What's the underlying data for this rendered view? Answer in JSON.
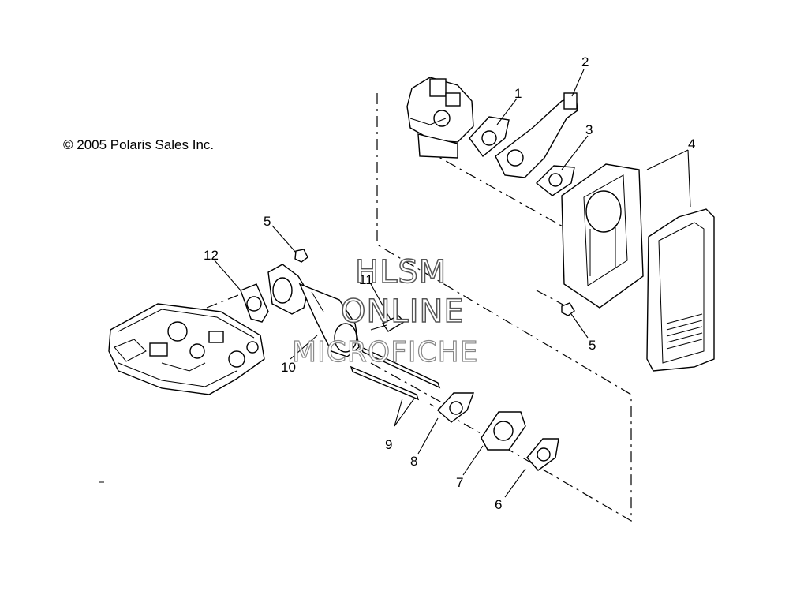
{
  "copyright": "© 2005 Polaris Sales Inc.",
  "watermark": {
    "line1": "HLSM",
    "line2": "ONLINE",
    "line3": "MICROFICHE"
  },
  "callouts": {
    "c1": "1",
    "c2": "2",
    "c3": "3",
    "c4": "4",
    "c5a": "5",
    "c5b": "5",
    "c6": "6",
    "c7": "7",
    "c8": "8",
    "c9": "9",
    "c10": "10",
    "c11": "11",
    "c12": "12"
  }
}
